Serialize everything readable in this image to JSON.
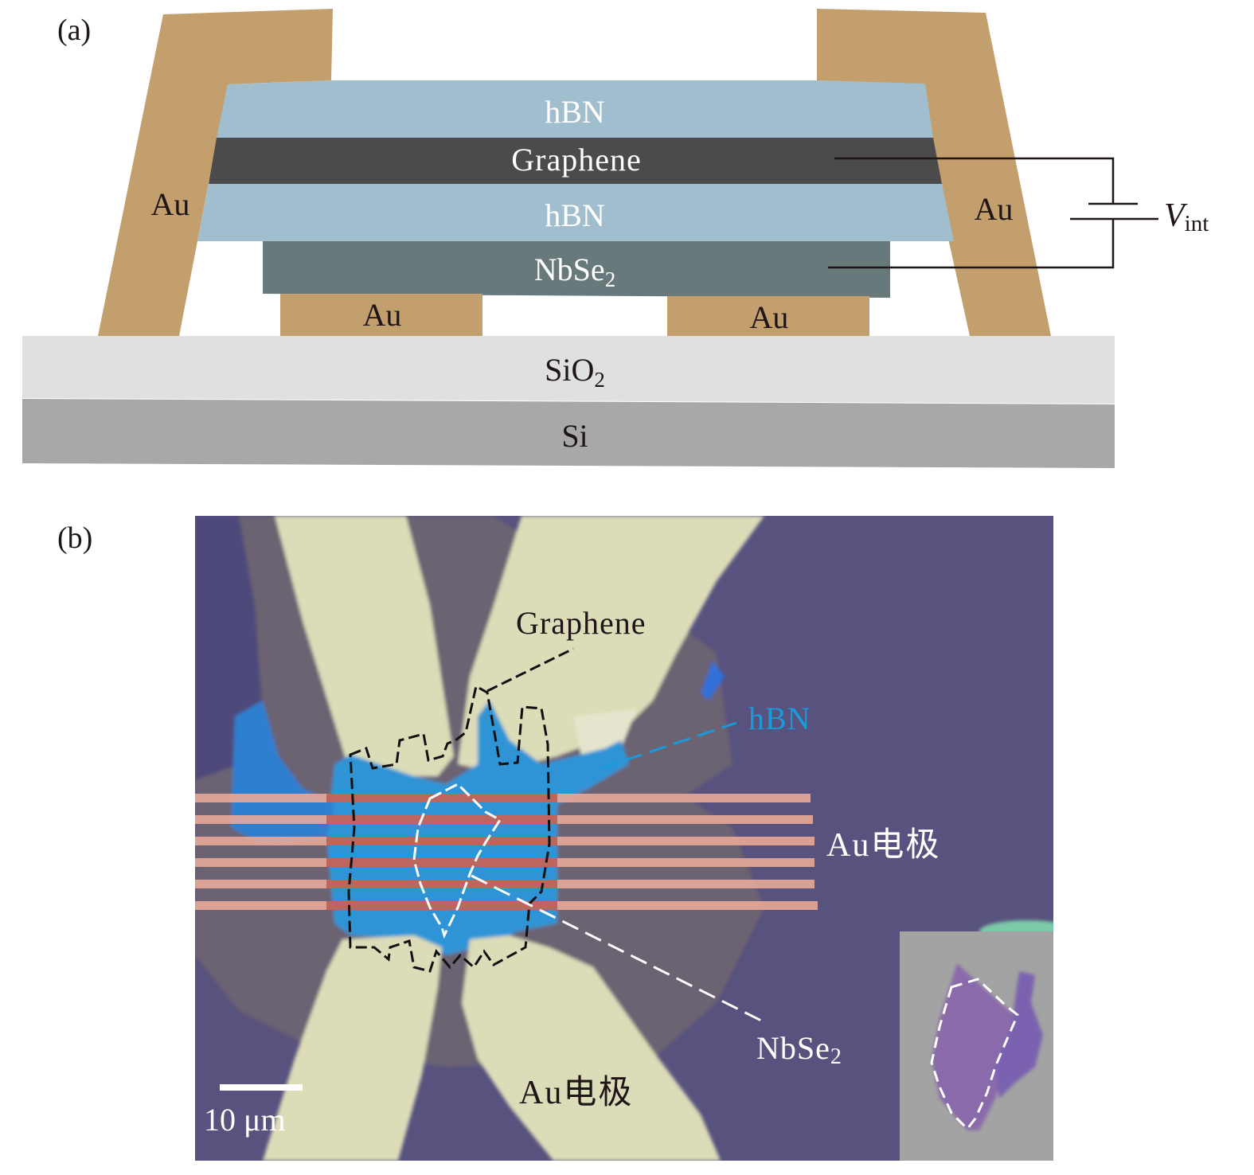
{
  "panel_a": {
    "label": "(a)",
    "layers": {
      "hbn_top": "hBN",
      "graphene": "Graphene",
      "hbn_bottom": "hBN",
      "nbse2_main": "NbSe",
      "nbse2_sub": "2",
      "sio2_main": "SiO",
      "sio2_sub": "2",
      "si": "Si"
    },
    "electrodes": {
      "left_tall": "Au",
      "right_tall": "Au",
      "bottom_left": "Au",
      "bottom_right": "Au"
    },
    "circuit": {
      "voltage_main": "V",
      "voltage_sub": "int"
    },
    "colors": {
      "gold": "#c49f6e",
      "hbn": "#a0bece",
      "graphene": "#4b4b4b",
      "nbse2": "#68797b",
      "sio2": "#e0e0e0",
      "si": "#a8a8a8",
      "wire": "#1e1616"
    }
  },
  "panel_b": {
    "label": "(b)",
    "annotations": {
      "graphene": "Graphene",
      "hbn": "hBN",
      "au_electrode_right": "Au电极",
      "au_electrode_bottom": "Au电极",
      "nbse2_main": "NbSe",
      "nbse2_sub": "2"
    },
    "scale_bar": {
      "label": "10 μm"
    },
    "electrode_stripe_count": 6,
    "colors": {
      "substrate": "#58527e",
      "electrode": "#dcdcb8",
      "hbn_flake": "#2f94d6",
      "stripe": "#e8a898",
      "stripe_dark": "#b85a52",
      "hbn_label": "#1a9ad9",
      "inset_bg": "#a3a3a3",
      "inset_flake": "#8a6aaa"
    }
  }
}
